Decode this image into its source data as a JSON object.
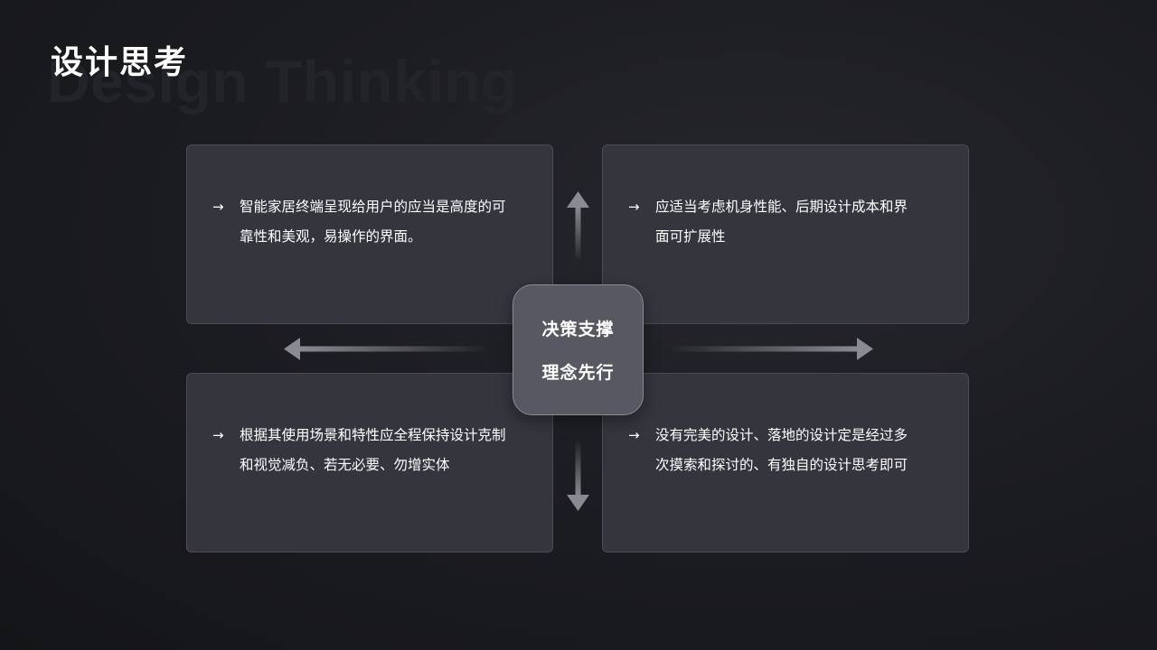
{
  "header": {
    "title": "设计思考",
    "background_text": "Design Thinking"
  },
  "center": {
    "line1": "决策支撑",
    "line2": "理念先行"
  },
  "cards": {
    "top_left": {
      "arrow": "→",
      "text": "智能家居终端呈现给用户的应当是高度的可靠性和美观，易操作的界面。"
    },
    "top_right": {
      "arrow": "→",
      "text": "应适当考虑机身性能、后期设计成本和界面可扩展性"
    },
    "bottom_left": {
      "arrow": "→",
      "text": "根据其使用场景和特性应全程保持设计克制和视觉减负、若无必要、勿增实体"
    },
    "bottom_right": {
      "arrow": "→",
      "text": "没有完美的设计、落地的设计定是经过多次摸索和探讨的、有独自的设计思考即可"
    }
  },
  "colors": {
    "background": "#1c1d22",
    "card": "#34353d",
    "center_box": "#575862",
    "arrow": "#8a8b92"
  }
}
